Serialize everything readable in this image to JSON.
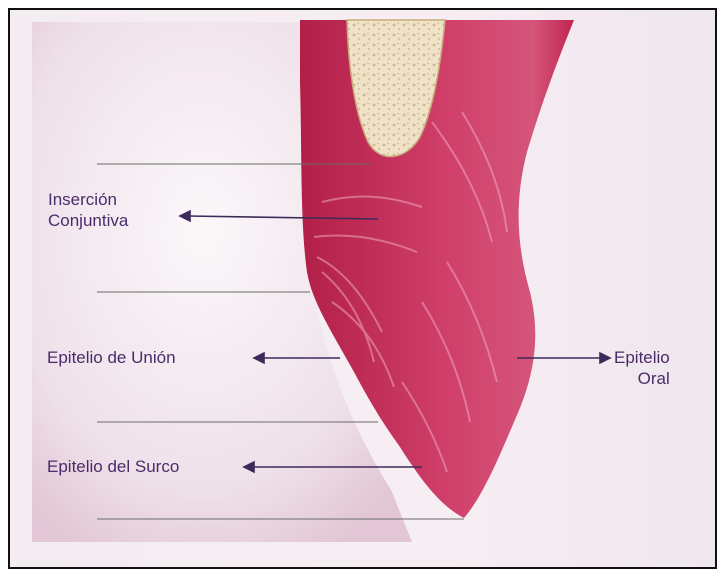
{
  "labels": {
    "insercion_line1": "Inserción",
    "insercion_line2": "Conjuntiva",
    "epitelio_union": "Epitelio de Unión",
    "epitelio_surco": "Epitelio del Surco",
    "epitelio_oral_line1": "Epitelio",
    "epitelio_oral_line2": "Oral"
  },
  "colors": {
    "gingiva": "#c22a55",
    "gingiva_light": "#e892ad",
    "bone": "#f0e4c8",
    "tooth": "#f4eef2",
    "arrow": "#3d2a5a",
    "label_text": "#4b2b6a"
  }
}
